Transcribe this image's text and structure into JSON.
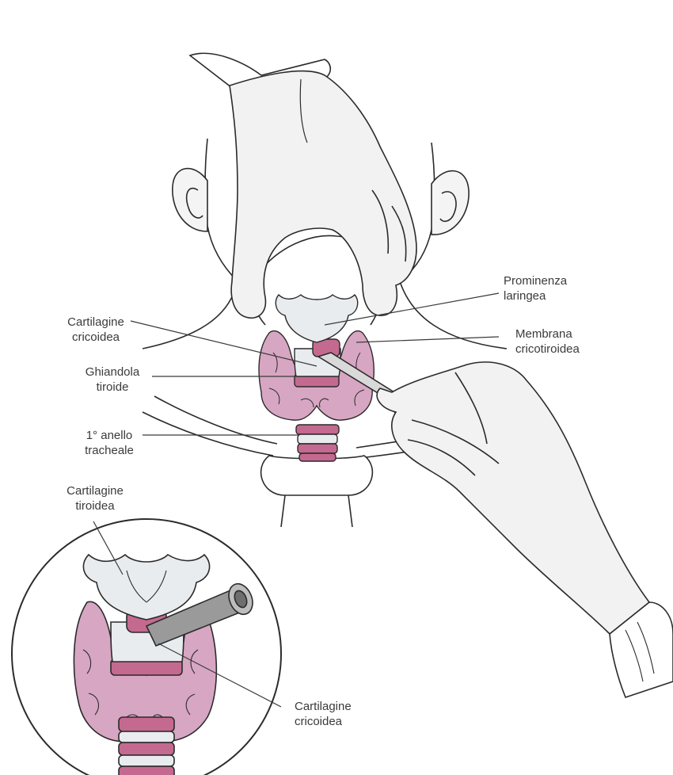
{
  "colors": {
    "line": "#2b2b2b",
    "glove": "#f2f2f2",
    "cartilage": "#e9ecef",
    "thyroid": "#d7a6c2",
    "thyroid_dark": "#b97da0",
    "membrane": "#c4698f",
    "tube": "#9a9a9a"
  },
  "labels": {
    "prominenza": {
      "line1": "Prominenza",
      "line2": "laringea"
    },
    "membrana": {
      "line1": "Membrana",
      "line2": "cricotiroidea"
    },
    "cricoidea_top": {
      "line1": "Cartilagine",
      "line2": "cricoidea"
    },
    "ghiandola": {
      "line1": "Ghiandola",
      "line2": "tiroide"
    },
    "anello": {
      "line1": "1° anello",
      "line2": "tracheale"
    },
    "tiroidea": {
      "line1": "Cartilagine",
      "line2": "tiroidea"
    },
    "cricoidea_inset": {
      "line1": "Cartilagine",
      "line2": "cricoidea"
    }
  }
}
